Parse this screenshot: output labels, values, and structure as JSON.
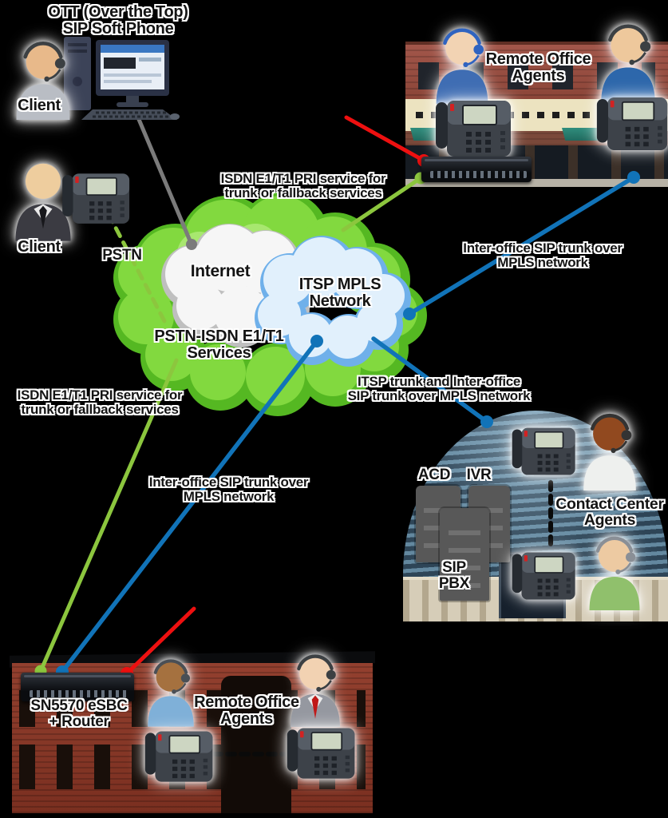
{
  "diagram": {
    "ott_title": "OTT (Over the Top)\nSIP Soft Phone",
    "client1_label": "Client",
    "client2_label": "Client",
    "pstn_label": "PSTN",
    "clouds": {
      "internet": "Internet",
      "itsp_mpls": "ITSP MPLS\nNetwork",
      "pstn_isdn": "PSTN-ISDN E1/T1\nServices"
    },
    "links": {
      "isdn_top": "ISDN E1/T1 PRI service for\ntrunk or fallback services",
      "interoffice_right": "Inter-office SIP trunk over\nMPLS network",
      "itsp_and_interoffice": "ITSP trunk and Inter-office\nSIP trunk over MPLS network",
      "isdn_left": "ISDN E1/T1 PRI service for\ntrunk or fallback services",
      "interoffice_mid": "Inter-office SIP trunk over\nMPLS network"
    },
    "remote_office_top": "Remote Office\nAgents",
    "contact_center": {
      "label": "Contact Center\nAgents",
      "acd": "ACD",
      "ivr": "IVR",
      "sip_pbx": "SIP\nPBX"
    },
    "remote_office_bottom": {
      "label": "Remote Office\nAgents",
      "device": "SN5570 eSBC\n+ Router"
    }
  },
  "colors": {
    "gray": "#7b7b7b",
    "green": "#8cc63e",
    "blue": "#1173b8",
    "red": "#ee1010",
    "black": "#0a0a0a"
  }
}
